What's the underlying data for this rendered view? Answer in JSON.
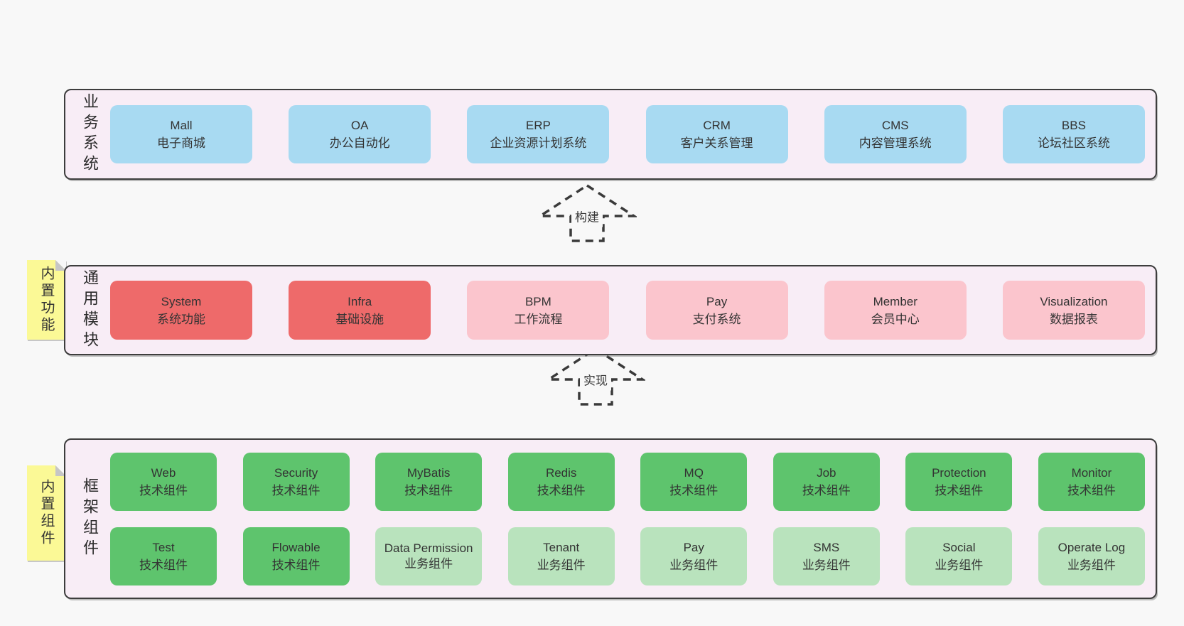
{
  "colors": {
    "page_bg": "#f8f8f8",
    "panel_bg": "#f8edf6",
    "panel_border": "#3d3d3d",
    "blue_box": "#a8daf2",
    "red_box": "#ee6a6a",
    "pink_box": "#fbc5cd",
    "green_box": "#5ec46d",
    "light_green_box": "#b9e3bd",
    "yellow_tag": "#fbf996",
    "text": "#333333"
  },
  "business_panel": {
    "label": "业务系统",
    "boxes": [
      {
        "en": "Mall",
        "zh": "电子商城",
        "variant": "blue"
      },
      {
        "en": "OA",
        "zh": "办公自动化",
        "variant": "blue"
      },
      {
        "en": "ERP",
        "zh": "企业资源计划系统",
        "variant": "blue"
      },
      {
        "en": "CRM",
        "zh": "客户关系管理",
        "variant": "blue"
      },
      {
        "en": "CMS",
        "zh": "内容管理系统",
        "variant": "blue"
      },
      {
        "en": "BBS",
        "zh": "论坛社区系统",
        "variant": "blue"
      }
    ]
  },
  "build_arrow": {
    "label": "构建"
  },
  "modules_panel": {
    "label": "通用模块",
    "tag": "内置功能",
    "boxes": [
      {
        "en": "System",
        "zh": "系统功能",
        "variant": "red"
      },
      {
        "en": "Infra",
        "zh": "基础设施",
        "variant": "red"
      },
      {
        "en": "BPM",
        "zh": "工作流程",
        "variant": "pink"
      },
      {
        "en": "Pay",
        "zh": "支付系统",
        "variant": "pink"
      },
      {
        "en": "Member",
        "zh": "会员中心",
        "variant": "pink"
      },
      {
        "en": "Visualization",
        "zh": "数据报表",
        "variant": "pink"
      }
    ]
  },
  "implement_arrow": {
    "label": "实现"
  },
  "framework_panel": {
    "label": "框架组件",
    "tag": "内置组件",
    "row1": [
      {
        "en": "Web",
        "zh": "技术组件",
        "variant": "green"
      },
      {
        "en": "Security",
        "zh": "技术组件",
        "variant": "green"
      },
      {
        "en": "MyBatis",
        "zh": "技术组件",
        "variant": "green"
      },
      {
        "en": "Redis",
        "zh": "技术组件",
        "variant": "green"
      },
      {
        "en": "MQ",
        "zh": "技术组件",
        "variant": "green"
      },
      {
        "en": "Job",
        "zh": "技术组件",
        "variant": "green"
      },
      {
        "en": "Protection",
        "zh": "技术组件",
        "variant": "green"
      },
      {
        "en": "Monitor",
        "zh": "技术组件",
        "variant": "green"
      }
    ],
    "row2": [
      {
        "en": "Test",
        "zh": "技术组件",
        "variant": "green"
      },
      {
        "en": "Flowable",
        "zh": "技术组件",
        "variant": "green"
      },
      {
        "en": "Data Permission",
        "zh": "业务组件",
        "variant": "lightgreen"
      },
      {
        "en": "Tenant",
        "zh": "业务组件",
        "variant": "lightgreen"
      },
      {
        "en": "Pay",
        "zh": "业务组件",
        "variant": "lightgreen"
      },
      {
        "en": "SMS",
        "zh": "业务组件",
        "variant": "lightgreen"
      },
      {
        "en": "Social",
        "zh": "业务组件",
        "variant": "lightgreen"
      },
      {
        "en": "Operate Log",
        "zh": "业务组件",
        "variant": "lightgreen"
      }
    ]
  }
}
